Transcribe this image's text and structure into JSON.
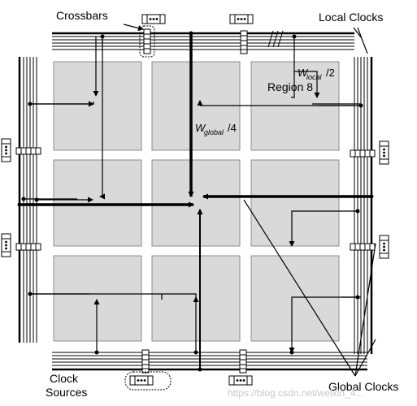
{
  "labels": {
    "crossbars": "Crossbars",
    "local_clocks": "Local Clocks",
    "region": "Region 8",
    "w_local_main": "W",
    "w_local_sub": "local",
    "w_local_div": "/2",
    "w_global_main": "W",
    "w_global_sub": "global",
    "w_global_div": "/4",
    "clock_sources_line1": "Clock",
    "clock_sources_line2": "Sources",
    "global_clocks": "Global Clocks",
    "watermark": "https://blog.csdn.net/weixin_4..."
  },
  "colors": {
    "region_fill": "#d9d9d9",
    "region_stroke": "#8c8c8c",
    "line": "#000000",
    "background": "#ffffff"
  }
}
